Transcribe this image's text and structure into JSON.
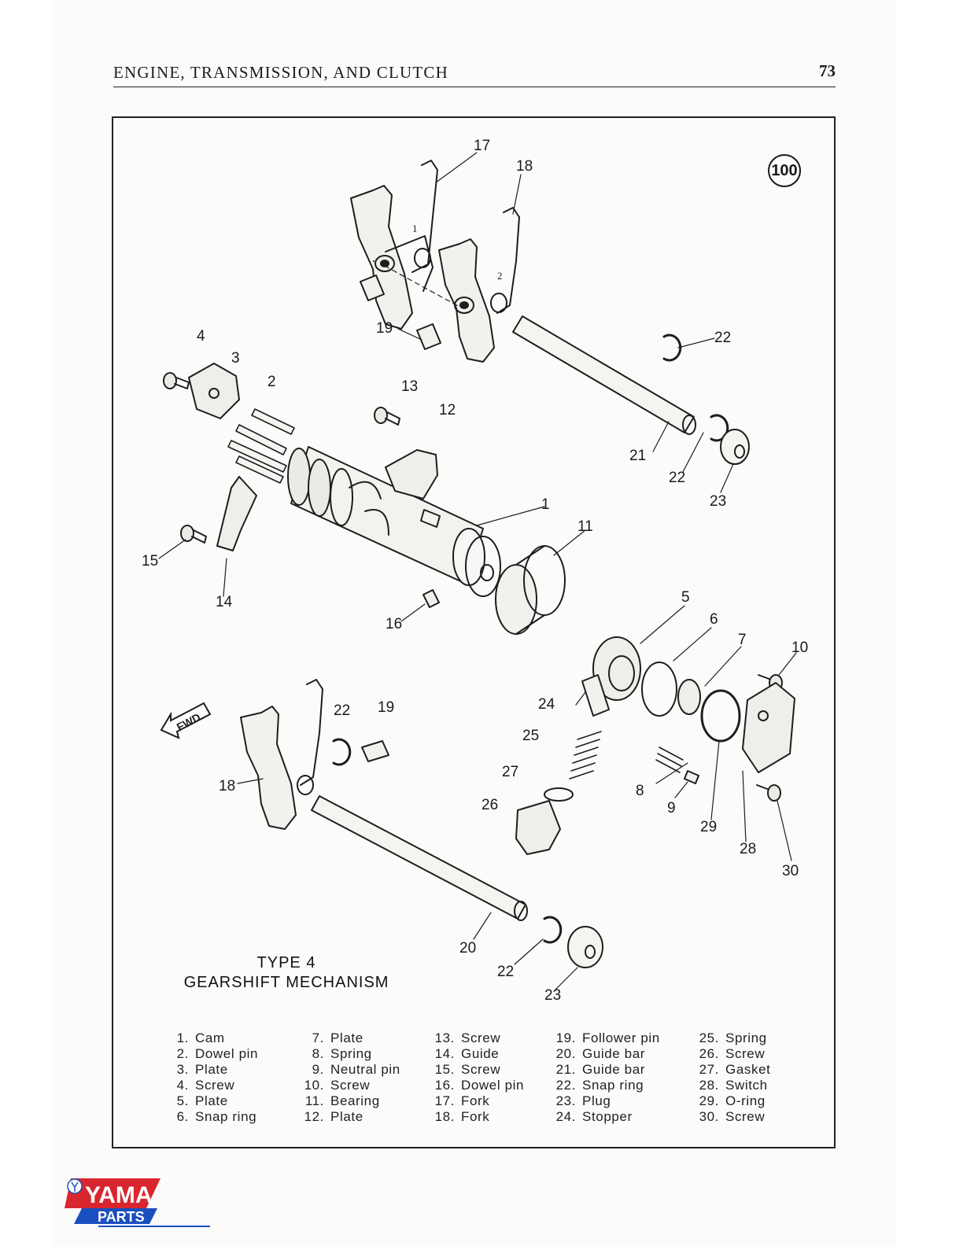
{
  "header": {
    "title": "ENGINE, TRANSMISSION, AND CLUTCH",
    "page_number": "73"
  },
  "figure": {
    "number": "100",
    "caption_line1": "TYPE 4",
    "caption_line2": "GEARSHIFT MECHANISM",
    "fwd_label": "FWD",
    "callouts": [
      "17",
      "18",
      "19",
      "4",
      "3",
      "2",
      "13",
      "12",
      "22",
      "21",
      "22",
      "23",
      "1",
      "11",
      "15",
      "14",
      "16",
      "5",
      "6",
      "7",
      "10",
      "22",
      "19",
      "18",
      "24",
      "25",
      "27",
      "26",
      "8",
      "9",
      "29",
      "28",
      "30",
      "20",
      "22",
      "23"
    ]
  },
  "legend": {
    "columns": [
      [
        {
          "n": "1.",
          "name": "Cam"
        },
        {
          "n": "2.",
          "name": "Dowel pin"
        },
        {
          "n": "3.",
          "name": "Plate"
        },
        {
          "n": "4.",
          "name": "Screw"
        },
        {
          "n": "5.",
          "name": "Plate"
        },
        {
          "n": "6.",
          "name": "Snap ring"
        }
      ],
      [
        {
          "n": "7.",
          "name": "Plate"
        },
        {
          "n": "8.",
          "name": "Spring"
        },
        {
          "n": "9.",
          "name": "Neutral pin"
        },
        {
          "n": "10.",
          "name": "Screw"
        },
        {
          "n": "11.",
          "name": "Bearing"
        },
        {
          "n": "12.",
          "name": "Plate"
        }
      ],
      [
        {
          "n": "13.",
          "name": "Screw"
        },
        {
          "n": "14.",
          "name": "Guide"
        },
        {
          "n": "15.",
          "name": "Screw"
        },
        {
          "n": "16.",
          "name": "Dowel pin"
        },
        {
          "n": "17.",
          "name": "Fork"
        },
        {
          "n": "18.",
          "name": "Fork"
        }
      ],
      [
        {
          "n": "19.",
          "name": "Follower pin"
        },
        {
          "n": "20.",
          "name": "Guide bar"
        },
        {
          "n": "21.",
          "name": "Guide bar"
        },
        {
          "n": "22.",
          "name": "Snap ring"
        },
        {
          "n": "23.",
          "name": "Plug"
        },
        {
          "n": "24.",
          "name": "Stopper"
        }
      ],
      [
        {
          "n": "25.",
          "name": "Spring"
        },
        {
          "n": "26.",
          "name": "Screw"
        },
        {
          "n": "27.",
          "name": "Gasket"
        },
        {
          "n": "28.",
          "name": "Switch"
        },
        {
          "n": "29.",
          "name": "O-ring"
        },
        {
          "n": "30.",
          "name": "Screw"
        }
      ]
    ]
  },
  "logo": {
    "line1": "YAMA",
    "line2": "PARTS",
    "colors": {
      "red": "#d9262e",
      "blue": "#1a4fbf"
    }
  }
}
